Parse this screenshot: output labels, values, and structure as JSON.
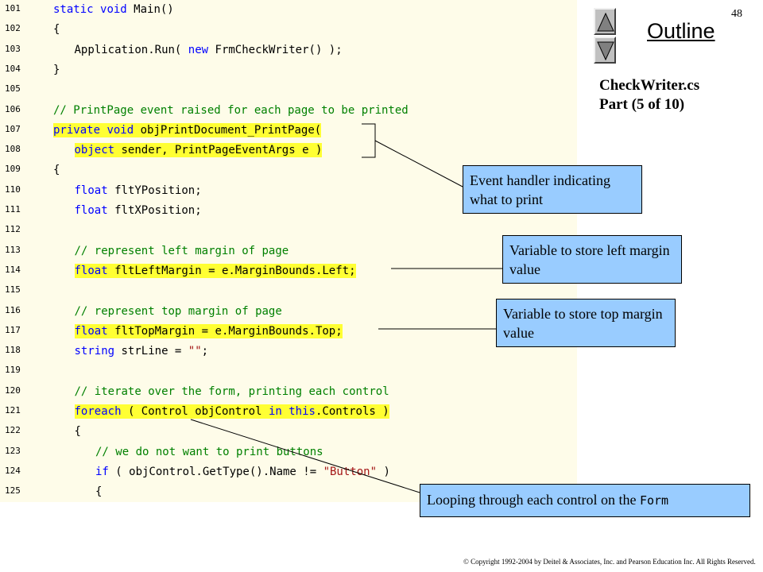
{
  "page_number": "48",
  "outline_label": "Outline",
  "nav": {
    "up_icon": "triangle-up-icon",
    "down_icon": "triangle-down-icon"
  },
  "file_title": {
    "name": "CheckWriter.cs",
    "part": "Part (5 of 10)"
  },
  "code_lines": [
    {
      "num": "101",
      "text": "static void Main()",
      "indent": 1
    },
    {
      "num": "102",
      "text": "{",
      "indent": 1
    },
    {
      "num": "103",
      "text": "Application.Run( new FrmCheckWriter() );",
      "indent": 2
    },
    {
      "num": "104",
      "text": "}",
      "indent": 1
    },
    {
      "num": "105",
      "text": "",
      "indent": 0
    },
    {
      "num": "106",
      "text": "// PrintPage event raised for each page to be printed",
      "indent": 1
    },
    {
      "num": "107",
      "text": "private void objPrintDocument_PrintPage(",
      "indent": 1
    },
    {
      "num": "108",
      "text": "object sender, PrintPageEventArgs e )",
      "indent": 2
    },
    {
      "num": "109",
      "text": "{",
      "indent": 1
    },
    {
      "num": "110",
      "text": "float fltYPosition;",
      "indent": 2
    },
    {
      "num": "111",
      "text": "float fltXPosition;",
      "indent": 2
    },
    {
      "num": "112",
      "text": "",
      "indent": 0
    },
    {
      "num": "113",
      "text": "// represent left margin of page",
      "indent": 2
    },
    {
      "num": "114",
      "text": "float fltLeftMargin = e.MarginBounds.Left;",
      "indent": 2
    },
    {
      "num": "115",
      "text": "",
      "indent": 0
    },
    {
      "num": "116",
      "text": "// represent top margin of page",
      "indent": 2
    },
    {
      "num": "117",
      "text": "float fltTopMargin = e.MarginBounds.Top;",
      "indent": 2
    },
    {
      "num": "118",
      "text": "string strLine = \"\";",
      "indent": 2
    },
    {
      "num": "119",
      "text": "",
      "indent": 0
    },
    {
      "num": "120",
      "text": "// iterate over the form, printing each control",
      "indent": 2
    },
    {
      "num": "121",
      "text": "foreach ( Control objControl in this.Controls )",
      "indent": 2
    },
    {
      "num": "122",
      "text": "{",
      "indent": 2
    },
    {
      "num": "123",
      "text": "// we do not want to print buttons",
      "indent": 3
    },
    {
      "num": "124",
      "text": "if ( objControl.GetType().Name != \"Button\" )",
      "indent": 3
    },
    {
      "num": "125",
      "text": "{",
      "indent": 3
    }
  ],
  "highlighted_lines": [
    "107",
    "108",
    "114",
    "117",
    "121"
  ],
  "callouts": {
    "event_handler": "Event handler indicating what to print",
    "left_margin": "Variable to store left margin value",
    "top_margin": "Variable to store top margin value",
    "looping_prefix": "Looping through each control on the ",
    "looping_code": "Form"
  },
  "copyright": "© Copyright 1992-2004 by Deitel & Associates, Inc. and Pearson Education Inc. All Rights Reserved.",
  "colors": {
    "code_background": "#fefce9",
    "highlight": "#ffff33",
    "keyword": "#0000ff",
    "comment": "#008000",
    "string": "#a31515",
    "callout": "#99ccff"
  }
}
